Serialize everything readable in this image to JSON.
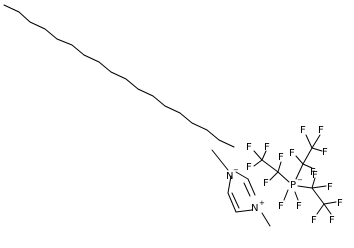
{
  "structure": {
    "atom_labels": {
      "nitrogen": "N",
      "phosphorus": "P",
      "fluorine": "F"
    },
    "charges": {
      "cation": "+",
      "anion": "−"
    },
    "methyl_group": "methyl (unlabelled bond line)"
  }
}
